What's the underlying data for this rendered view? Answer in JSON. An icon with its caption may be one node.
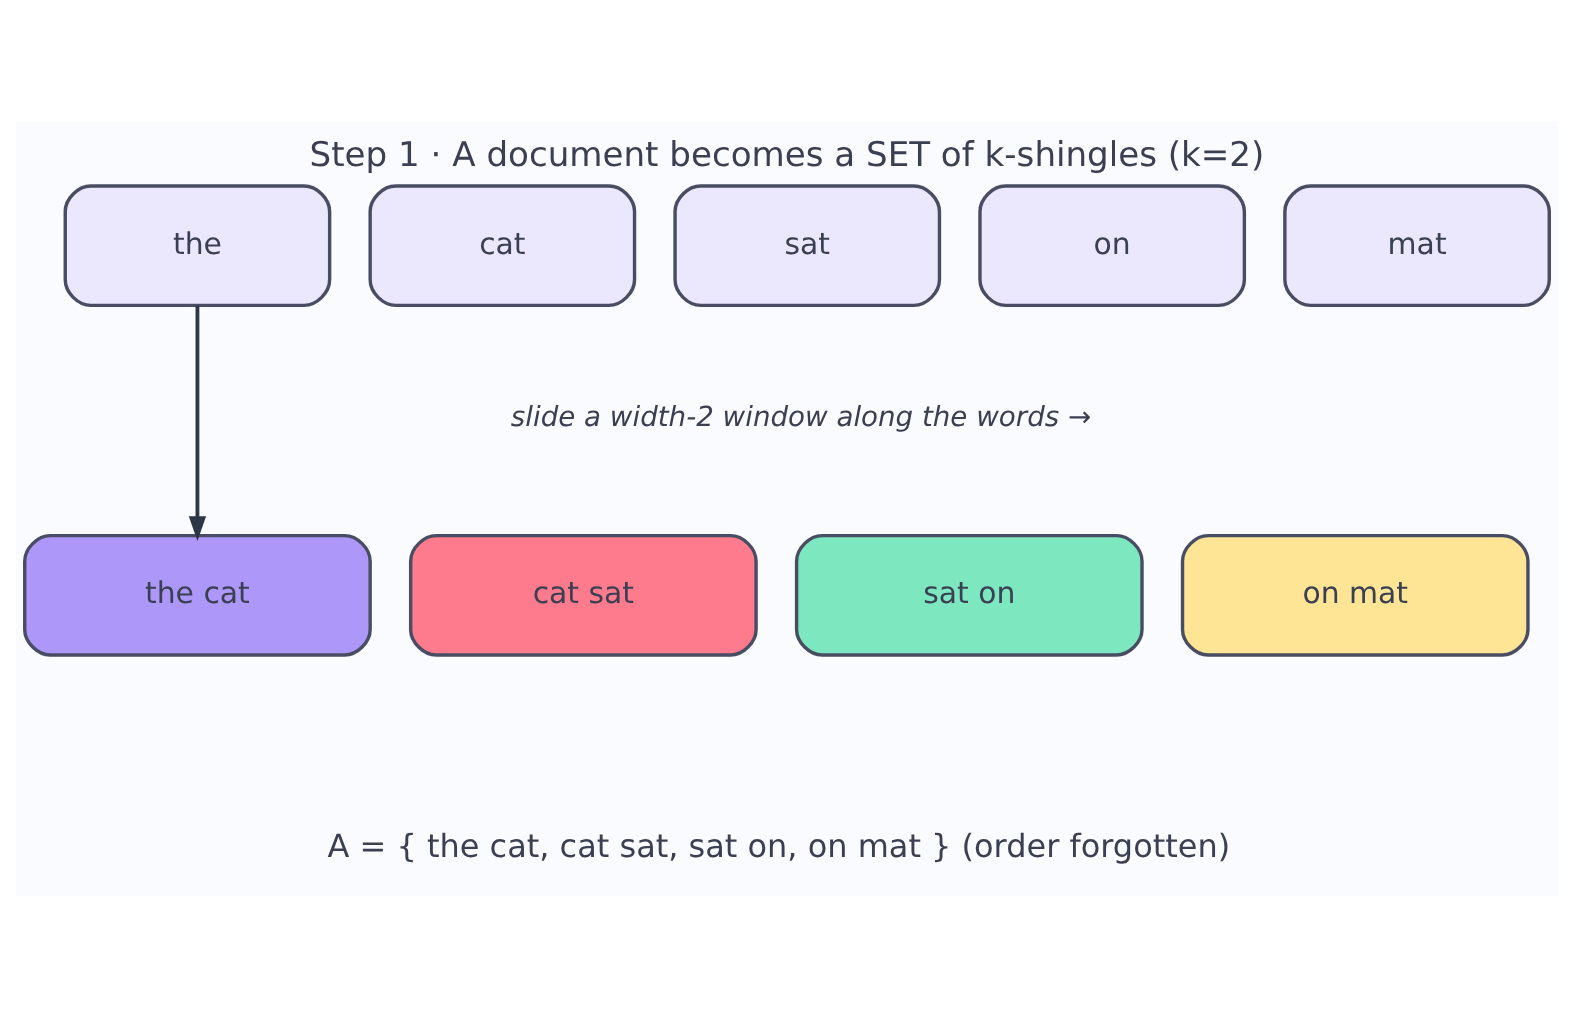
{
  "diagram": {
    "title": "Step 1 · A document becomes a SET of k-shingles (k=2)",
    "nodes": [
      {
        "text": [
          "the"
        ]
      },
      {
        "text": [
          "cat"
        ]
      },
      {
        "text": [
          "sat"
        ]
      },
      {
        "text": [
          "on"
        ]
      },
      {
        "text": [
          "mat"
        ]
      },
      {
        "text": [
          "the cat"
        ]
      },
      {
        "text": [
          "cat sat"
        ]
      },
      {
        "text": [
          "sat on"
        ]
      },
      {
        "text": [
          "on mat"
        ]
      }
    ],
    "edges": [
      {
        "from": 0,
        "to": 5,
        "arrow": "to"
      }
    ],
    "labels": [
      "slide a width-2 window along the words →",
      "A = { the cat, cat sat, sat on, on mat } (order forgotten)"
    ]
  }
}
